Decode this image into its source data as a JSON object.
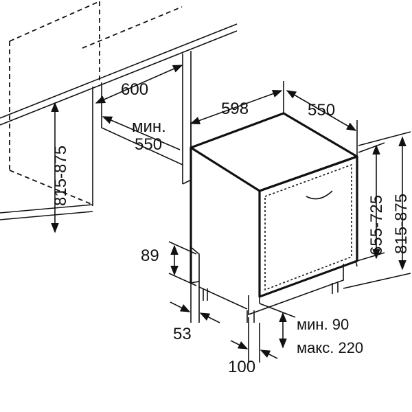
{
  "dimensions": {
    "niche_width": "600",
    "min_width_label": "мин.",
    "min_width_value": "550",
    "niche_height": "815-875",
    "appliance_width": "598",
    "appliance_depth": "550",
    "height_range_inner": "655-725",
    "height_range_outer": "815-875",
    "plinth_height": "89",
    "plinth_offset": "53",
    "plinth_depth": "100",
    "plinth_min": "мин. 90",
    "plinth_max": "макс. 220"
  }
}
